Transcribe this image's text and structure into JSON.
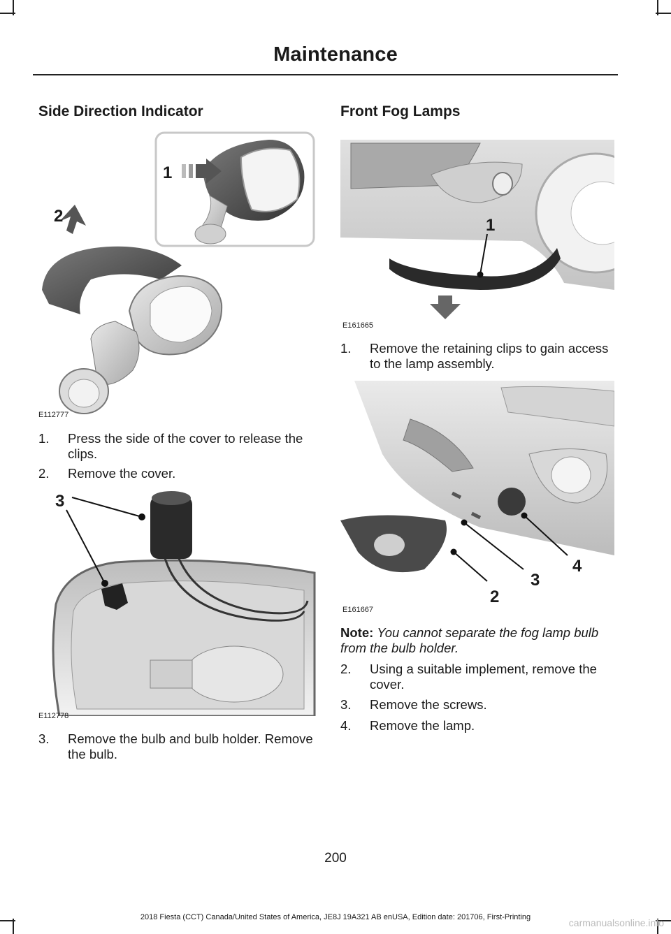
{
  "header": {
    "title": "Maintenance"
  },
  "left": {
    "heading": "Side Direction Indicator",
    "fig1": {
      "code": "E112777",
      "callouts": [
        "1",
        "2"
      ]
    },
    "steps_a": [
      {
        "num": "1.",
        "text": "Press the side of the cover to release the clips."
      },
      {
        "num": "2.",
        "text": "Remove the cover."
      }
    ],
    "fig2": {
      "code": "E112778",
      "callouts": [
        "3"
      ]
    },
    "steps_b": [
      {
        "num": "3.",
        "text": "Remove the bulb and bulb holder. Remove the bulb."
      }
    ]
  },
  "right": {
    "heading": "Front Fog Lamps",
    "fig1": {
      "code": "E161665",
      "callouts": [
        "1"
      ]
    },
    "steps_a": [
      {
        "num": "1.",
        "text": "Remove the retaining clips to gain access to the lamp assembly."
      }
    ],
    "fig2": {
      "code": "E161667",
      "callouts": [
        "4",
        "3",
        "2"
      ]
    },
    "note": {
      "label": "Note:",
      "text": "You cannot separate the fog lamp bulb from the bulb holder."
    },
    "steps_b": [
      {
        "num": "2.",
        "text": "Using a suitable implement, remove the cover."
      },
      {
        "num": "3.",
        "text": "Remove the screws."
      },
      {
        "num": "4.",
        "text": "Remove the lamp."
      }
    ]
  },
  "page_number": "200",
  "footer": "2018 Fiesta (CCT) Canada/United States of America, JE8J 19A321 AB enUSA, Edition date: 201706, First-Printing",
  "watermark": "carmanualsonline.info"
}
